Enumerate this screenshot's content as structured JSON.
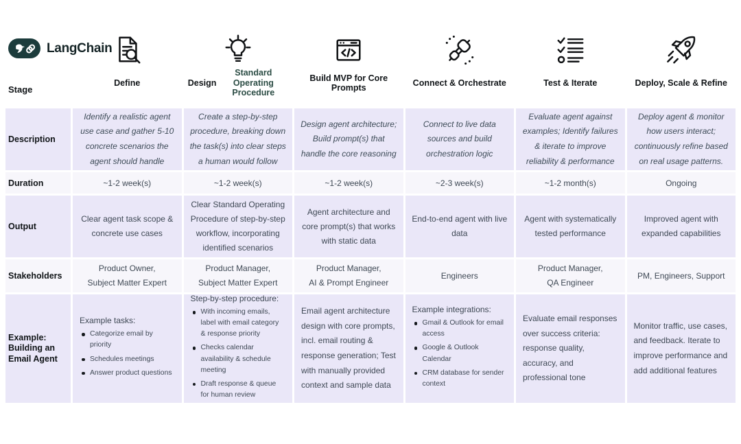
{
  "brand": {
    "name": "LangChain",
    "logo_icons": [
      "parrot-icon",
      "chain-link-icon"
    ]
  },
  "colors": {
    "row_lavender": "#eae7f8",
    "row_light": "#f7f6fb",
    "accent_teal": "#2b4c44",
    "logo_bg": "#1c3c3c"
  },
  "row_labels": {
    "stage": "Stage",
    "description": "Description",
    "duration": "Duration",
    "output": "Output",
    "stakeholders": "Stakeholders",
    "example_title": "Example:",
    "example_subtitle": "Building an Email Agent"
  },
  "columns": [
    {
      "label": "Define",
      "icon": "document-search-icon",
      "description": "Identify a realistic agent use case and gather 5-10 concrete scenarios the agent should handle",
      "duration": "~1-2 week(s)",
      "output": "Clear agent task scope & concrete use cases",
      "stakeholders": [
        "Product Owner,",
        "Subject Matter Expert"
      ],
      "example": {
        "intro": "Example tasks:",
        "bullets": [
          "Categorize email by priority",
          "Schedules meetings",
          "Answer product questions"
        ]
      }
    },
    {
      "label": "Design",
      "label_accent": "Standard Operating Procedure",
      "icon": "lightbulb-icon",
      "description": "Create a step-by-step procedure, breaking down the task(s) into clear steps a human would follow",
      "duration": "~1-2 week(s)",
      "output": "Clear Standard Operating Procedure of step-by-step workflow, incorporating identified scenarios",
      "stakeholders": [
        "Product Manager,",
        "Subject Matter Expert"
      ],
      "example": {
        "intro": "Step-by-step procedure:",
        "bullets": [
          "With incoming emails, label with email category & response priority",
          "Checks calendar availability & schedule meeting",
          "Draft response & queue for human review"
        ]
      }
    },
    {
      "label": "Build MVP for Core Prompts",
      "icon": "browser-code-icon",
      "description": "Design agent architecture; Build prompt(s) that handle the core reasoning",
      "duration": "~1-2 week(s)",
      "output": "Agent architecture and core prompt(s) that works with static data",
      "stakeholders": [
        "Product Manager,",
        "AI & Prompt Engineer"
      ],
      "example": {
        "text": "Email agent architecture design with core prompts, incl. email routing & response generation; Test with manually provided context and sample data"
      }
    },
    {
      "label": "Connect & Orchestrate",
      "icon": "plug-icon",
      "description": "Connect to live data sources and build orchestration logic",
      "duration": "~2-3 week(s)",
      "output": "End-to-end agent with live data",
      "stakeholders": [
        "Engineers"
      ],
      "example": {
        "intro": "Example integrations:",
        "bullets": [
          "Gmail & Outlook for email access",
          "Google & Outlook Calendar",
          "CRM database for sender context"
        ]
      }
    },
    {
      "label": "Test & Iterate",
      "icon": "checklist-icon",
      "description": "Evaluate agent against examples; Identify failures & iterate to improve reliability & performance",
      "duration": "~1-2 month(s)",
      "output": "Agent with systematically tested performance",
      "stakeholders": [
        "Product Manager,",
        "QA Engineer"
      ],
      "example": {
        "text": "Evaluate email responses over success criteria: response quality, accuracy, and professional tone"
      }
    },
    {
      "label": "Deploy, Scale & Refine",
      "icon": "rocket-icon",
      "description": "Deploy agent & monitor how users interact; continuously refine based on real usage patterns.",
      "duration": "Ongoing",
      "output": "Improved agent with expanded capabilities",
      "stakeholders": [
        "PM, Engineers, Support"
      ],
      "example": {
        "text": "Monitor traffic, use cases, and feedback. Iterate to improve performance and add additional features"
      }
    }
  ]
}
